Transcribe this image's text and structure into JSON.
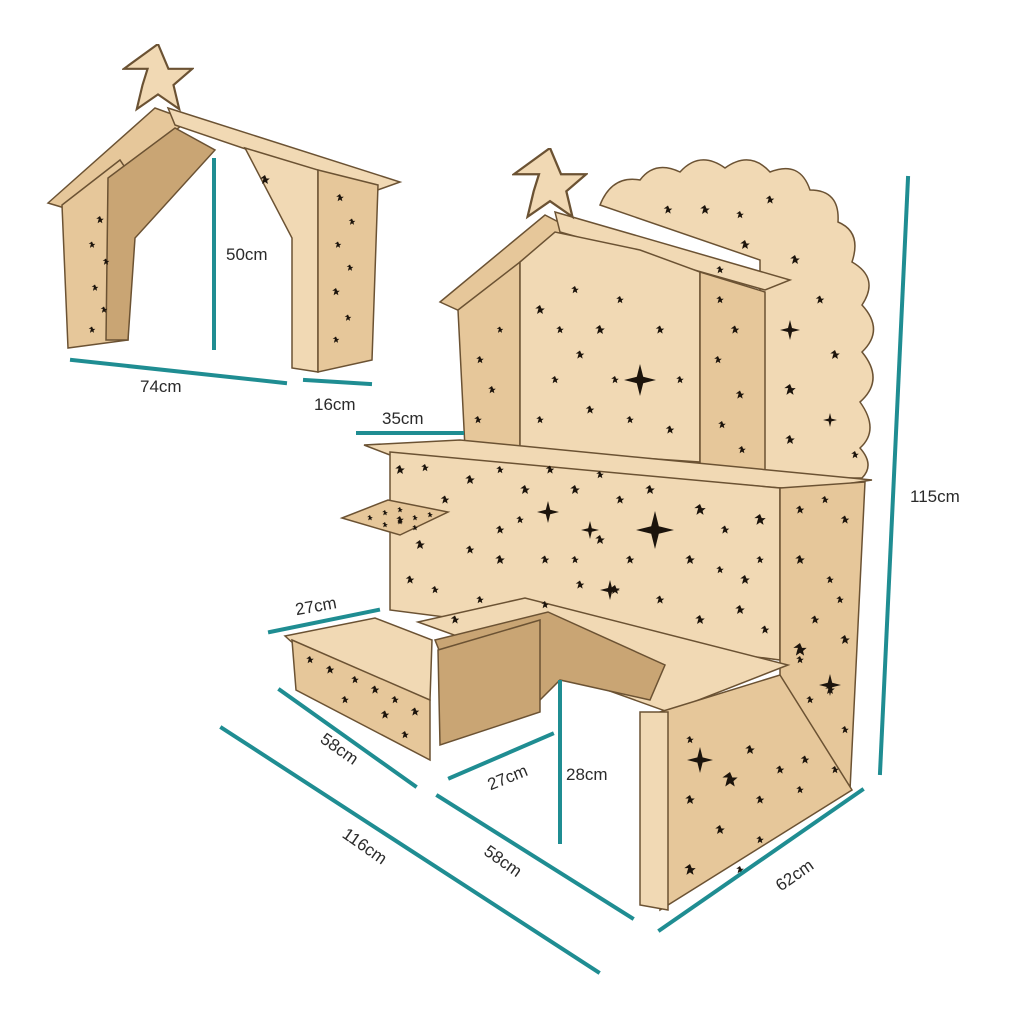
{
  "colors": {
    "mdf_light": "#f1d9b4",
    "mdf_mid": "#e6c79a",
    "mdf_dark": "#c9a574",
    "edge": "#6b5233",
    "hole": "#1c140c",
    "dimension_line": "#1f8d92",
    "label": "#2a2a2a"
  },
  "dimensions": {
    "small_height": "50cm",
    "small_width": "74cm",
    "small_depth": "16cm",
    "shelf_depth": "35cm",
    "total_height": "115cm",
    "side_shelf_depth": "27cm",
    "side_length": "58cm",
    "desk_depth": "27cm",
    "desk_height": "28cm",
    "total_width": "116cm",
    "front_length": "58cm",
    "side_depth": "62cm"
  }
}
